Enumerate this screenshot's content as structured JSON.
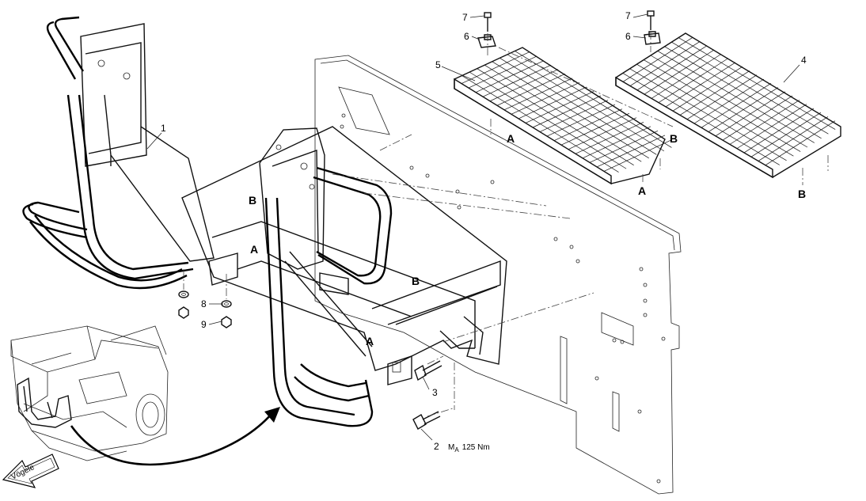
{
  "callouts": {
    "c1": "1",
    "c2": "2",
    "c3": "3",
    "c4": "4",
    "c5": "5",
    "c6a": "6",
    "c6b": "6",
    "c7a": "7",
    "c7b": "7",
    "c8": "8",
    "c9": "9"
  },
  "torque": {
    "prefix": "M",
    "sub": "A",
    "value": "125 Nm"
  },
  "markers": {
    "a1": "A",
    "a2": "A",
    "a3": "A",
    "a4": "A",
    "b1": "B",
    "b2": "B",
    "b3": "B",
    "b4": "B"
  },
  "logo": "Vögele"
}
